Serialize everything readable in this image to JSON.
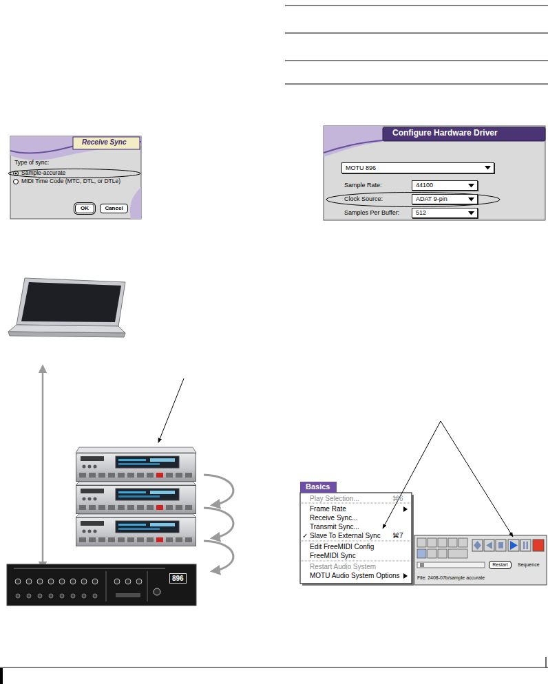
{
  "diagram": {
    "nodes": [
      {
        "text": [
          "Receive Sync",
          "Type of sync:",
          "Sample-accurate",
          "MIDI Time Code (MTC, DTL, or DTLe)"
        ]
      },
      {
        "text": [
          "OK"
        ],
        "in": 0
      },
      {
        "text": [
          "Cancel"
        ],
        "in": 0
      },
      {
        "text": [
          "Configure Hardware Driver",
          "Sample Rate:",
          "Clock Source:",
          "Samples Per Buffer:"
        ]
      },
      {
        "text": [
          "MOTU 896"
        ],
        "in": 3
      },
      {
        "text": [
          "44100"
        ],
        "in": 3
      },
      {
        "text": [
          "ADAT 9-pin"
        ],
        "in": 3
      },
      {
        "text": [
          "512"
        ],
        "in": 3
      },
      {
        "text": [
          "Basics",
          "Play Selection...",
          "⌘6",
          "Frame Rate",
          "Receive Sync...",
          "Transmit Sync...",
          "✓",
          "Slave To External Sync",
          "⌘7",
          "Edit FreeMIDI Config",
          "FreeMIDI Sync",
          "Restart Audio System",
          "MOTU Audio System Options"
        ]
      },
      {
        "text": [
          "Sequence",
          "File: 2408-07b/sample accurate"
        ]
      },
      {
        "text": [
          "Restart"
        ],
        "in": 9
      }
    ],
    "labels": [
      "896"
    ]
  }
}
